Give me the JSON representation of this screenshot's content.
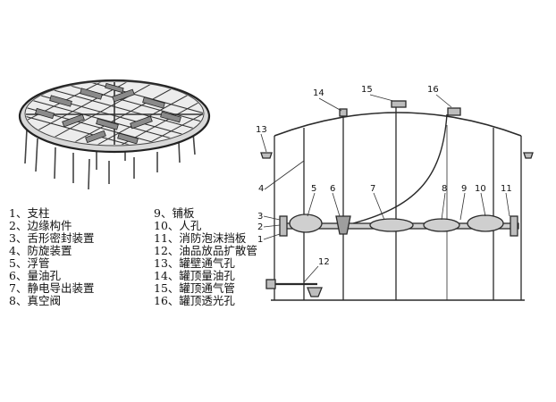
{
  "legend": [
    {
      "num": "1、",
      "label": "支柱"
    },
    {
      "num": "2、",
      "label": "边缘构件"
    },
    {
      "num": "3、",
      "label": "舌形密封装置"
    },
    {
      "num": "4、",
      "label": "防旋装置"
    },
    {
      "num": "5、",
      "label": "浮管"
    },
    {
      "num": "6、",
      "label": "量油孔"
    },
    {
      "num": "7、",
      "label": "静电导出装置"
    },
    {
      "num": "8、",
      "label": "真空阀"
    },
    {
      "num": "9、",
      "label": "铺板"
    },
    {
      "num": "10、",
      "label": "人孔"
    },
    {
      "num": "11、",
      "label": "消防泡沫挡板"
    },
    {
      "num": "12、",
      "label": "油品放品扩散管"
    },
    {
      "num": "13、",
      "label": "罐壁通气孔"
    },
    {
      "num": "14、",
      "label": "罐顶量油孔"
    },
    {
      "num": "15、",
      "label": "罐顶通气管"
    },
    {
      "num": "16、",
      "label": "罐顶透光孔"
    }
  ],
  "callouts": [
    "14",
    "15",
    "16",
    "13",
    "4",
    "5",
    "6",
    "7",
    "8",
    "9",
    "10",
    "11",
    "3",
    "2",
    "1",
    "12"
  ],
  "colors": {
    "line": "#333333",
    "frame": "#2a2a2a",
    "fill": "#bdbdbd"
  }
}
